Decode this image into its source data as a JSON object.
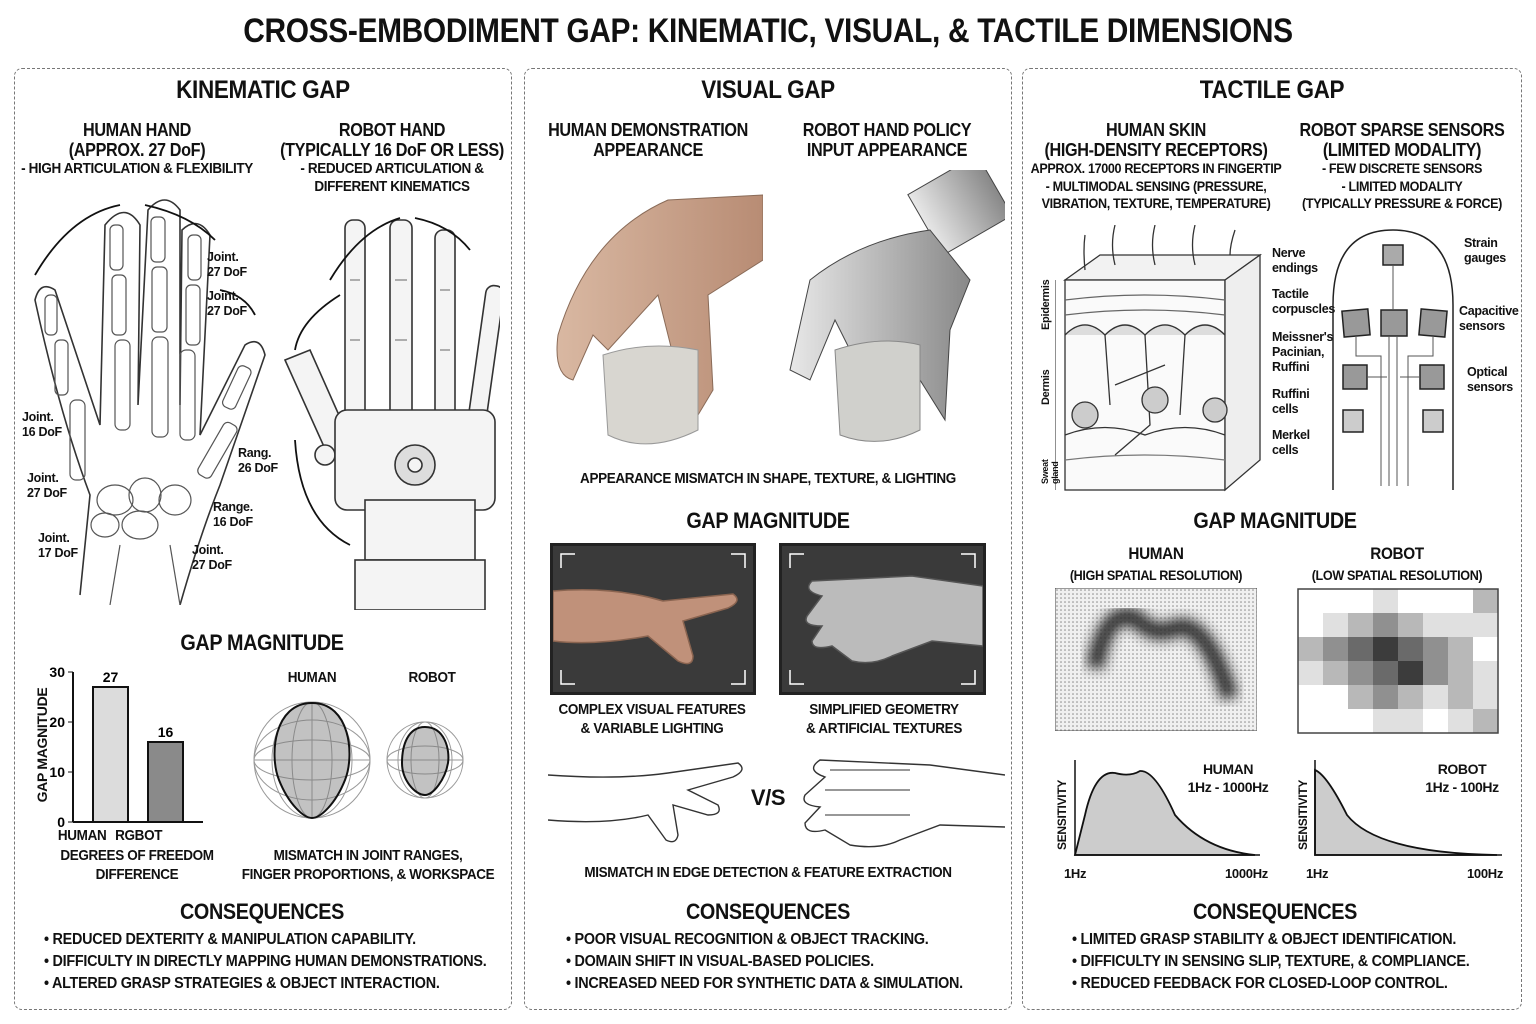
{
  "title": "CROSS-EMBODIMENT GAP: KINEMATIC, VISUAL, & TACTILE DIMENSIONS",
  "kinematic": {
    "heading": "KINEMATIC GAP",
    "human": {
      "title": "HUMAN HAND",
      "sub": "(APPROX. 27 DoF)",
      "desc": "- HIGH ARTICULATION & FLEXIBILITY"
    },
    "robot": {
      "title": "ROBOT HAND",
      "sub": "(TYPICALLY 16 DoF OR LESS)",
      "desc1": "- REDUCED ARTICULATION &",
      "desc2": "DIFFERENT KINEMATICS"
    },
    "annotations": [
      {
        "a": "Joint.",
        "b": "27 DoF"
      },
      {
        "a": "Joint.",
        "b": "27 DoF"
      },
      {
        "a": "Joint.",
        "b": "16 DoF"
      },
      {
        "a": "Rang.",
        "b": "26 DoF"
      },
      {
        "a": "Joint.",
        "b": "27 DoF"
      },
      {
        "a": "Range.",
        "b": "16 DoF"
      },
      {
        "a": "Joint.",
        "b": "17 DoF"
      },
      {
        "a": "Joint.",
        "b": "27 DoF"
      }
    ],
    "gap_heading": "GAP MAGNITUDE",
    "chart_data": {
      "type": "bar",
      "categories": [
        "HUMAN",
        "RGBOT"
      ],
      "values": [
        27,
        16
      ],
      "ylabel": "GAP MAGNITUDE",
      "xlabel1": "DEGREES OF FREEDOM",
      "xlabel2": "DIFFERENCE",
      "ylim": [
        0,
        30
      ],
      "yticks": [
        "0",
        "10",
        "20",
        "30"
      ],
      "colors": [
        "#dcdcdc",
        "#8a8a8a"
      ]
    },
    "workspace": {
      "human": "HUMAN",
      "robot": "ROBOT",
      "caption1": "MISMATCH IN JOINT RANGES,",
      "caption2": "FINGER PROPORTIONS, & WORKSPACE"
    },
    "consequences": {
      "heading": "CONSEQUENCES",
      "items": [
        "• REDUCED DEXTERITY & MANIPULATION CAPABILITY.",
        "• DIFFICULTY IN DIRECTLY MAPPING HUMAN DEMONSTRATIONS.",
        "• ALTERED GRASP STRATEGIES & OBJECT INTERACTION."
      ]
    }
  },
  "visual": {
    "heading": "VISUAL GAP",
    "human_title1": "HUMAN DEMONSTRATION",
    "human_title2": "APPEARANCE",
    "robot_title1": "ROBOT HAND POLICY",
    "robot_title2": "INPUT APPEARANCE",
    "mismatch": "APPEARANCE MISMATCH IN SHAPE, TEXTURE, & LIGHTING",
    "gap_heading": "GAP MAGNITUDE",
    "human_caption1": "COMPLEX VISUAL FEATURES",
    "human_caption2": "& VARIABLE LIGHTING",
    "robot_caption1": "SIMPLIFIED GEOMETRY",
    "robot_caption2": "& ARTIFICIAL TEXTURES",
    "vs": "V/S",
    "edge_caption": "MISMATCH IN EDGE DETECTION & FEATURE EXTRACTION",
    "consequences": {
      "heading": "CONSEQUENCES",
      "items": [
        "• POOR VISUAL RECOGNITION & OBJECT TRACKING.",
        "• DOMAIN SHIFT IN VISUAL-BASED POLICIES.",
        "• INCREASED NEED FOR SYNTHETIC DATA & SIMULATION."
      ]
    }
  },
  "tactile": {
    "heading": "TACTILE GAP",
    "human": {
      "l1": "HUMAN SKIN",
      "l2": "(HIGH-DENSITY RECEPTORS)",
      "l3": "APPROX. 17000 RECEPTORS IN FINGERTIP",
      "l4": "- MULTIMODAL SENSING (PRESSURE,",
      "l5": "VIBRATION, TEXTURE, TEMPERATURE)"
    },
    "robot": {
      "l1": "ROBOT SPARSE SENSORS",
      "l2": "(LIMITED MODALITY)",
      "l3": "- FEW DISCRETE SENSORS",
      "l4": "- LIMITED MODALITY",
      "l5": "(TYPICALLY PRESSURE & FORCE)"
    },
    "skin_layers": [
      "Epidermis",
      "Dermis",
      "Sweat gland"
    ],
    "skin_labels": [
      {
        "a": "Nerve",
        "b": "endings"
      },
      {
        "a": "Tactile",
        "b": "corpuscles"
      },
      {
        "a": "Meissner's",
        "b": "Pacinian,",
        "c": "Ruffini"
      },
      {
        "a": "Ruffini",
        "b": "cells"
      },
      {
        "a": "Merkel",
        "b": "cells"
      }
    ],
    "sensor_labels": [
      {
        "a": "Strain",
        "b": "gauges"
      },
      {
        "a": "Capacitive",
        "b": "sensors"
      },
      {
        "a": "Optical",
        "b": "sensors"
      }
    ],
    "gap_heading": "GAP MAGNITUDE",
    "human_res": "HUMAN",
    "human_res_sub": "(HIGH SPATIAL RESOLUTION)",
    "robot_res": "ROBOT",
    "robot_res_sub": "(LOW SPATIAL RESOLUTION)",
    "robot_grid": [
      [
        0,
        0,
        0,
        1,
        0,
        0,
        0,
        2
      ],
      [
        0,
        1,
        2,
        3,
        2,
        1,
        1,
        1
      ],
      [
        2,
        3,
        4,
        5,
        4,
        3,
        2,
        0
      ],
      [
        1,
        2,
        3,
        4,
        5,
        3,
        2,
        1
      ],
      [
        0,
        0,
        2,
        3,
        2,
        1,
        2,
        1
      ],
      [
        0,
        0,
        0,
        1,
        1,
        0,
        1,
        2
      ]
    ],
    "human_freq": {
      "label": "HUMAN",
      "range": "1Hz - 1000Hz",
      "ylabel": "SENSITIVITY",
      "xmin": "1Hz",
      "xmax": "1000Hz"
    },
    "robot_freq": {
      "label": "ROBOT",
      "range": "1Hz - 100Hz",
      "ylabel": "SENSITIVITY",
      "xmin": "1Hz",
      "xmax": "100Hz"
    },
    "consequences": {
      "heading": "CONSEQUENCES",
      "items": [
        "• LIMITED GRASP STABILITY & OBJECT IDENTIFICATION.",
        "• DIFFICULTY IN SENSING SLIP, TEXTURE, & COMPLIANCE.",
        "• REDUCED FEEDBACK FOR CLOSED-LOOP CONTROL."
      ]
    }
  }
}
